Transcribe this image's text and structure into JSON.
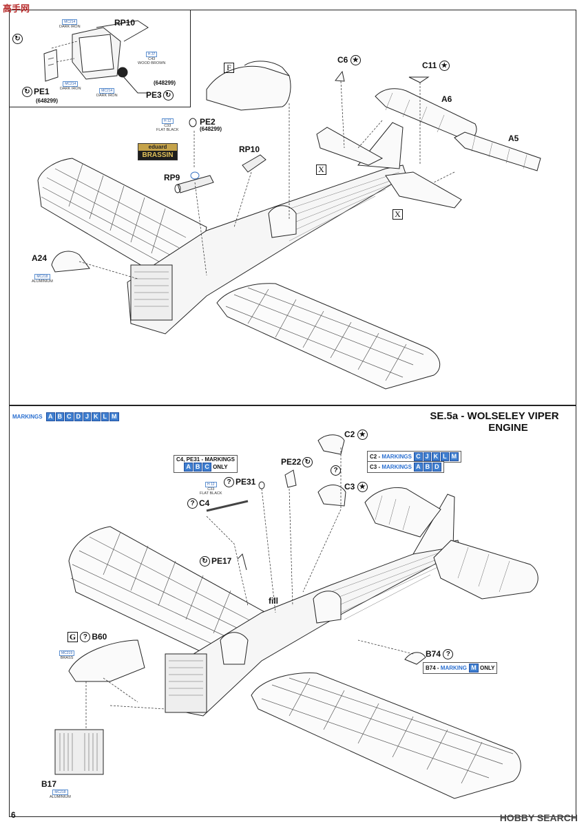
{
  "watermark": {
    "top_left": "高手网",
    "bottom_right": "HOBBY SEARCH"
  },
  "page_number": "6",
  "top_panel": {
    "inset_labels": {
      "rp10": "RP10",
      "pe1": "PE1",
      "pe1_code": "(648299)",
      "pe3": "PE3",
      "pe3_code": "(648299)",
      "code1a": "MC214",
      "code1b": "DARK IRON",
      "code2a": "H 37",
      "code2b": "C43",
      "code2c": "WOOD BROWN",
      "code3a": "MC214",
      "code3b": "DARK IRON",
      "code4a": "MC214",
      "code4b": "DARK IRON"
    },
    "f_box": "F",
    "c6": "C6",
    "c11": "C11",
    "a6": "A6",
    "a5": "A5",
    "x_box": "X",
    "pe2": "PE2",
    "pe2_code": "(648299)",
    "pe2_color_a": "H 12",
    "pe2_color_b": "C33",
    "pe2_color_c": "FLAT BLACK",
    "brassin_top": "eduard",
    "brassin_bottom": "BRASSIN",
    "rp10": "RP10",
    "rp9": "RP9",
    "a24": "A24",
    "a24_color_a": "MC218",
    "a24_color_b": "ALUMINIUM"
  },
  "bottom_panel": {
    "markings_prefix": "MARKINGS",
    "markings_letters": [
      "A",
      "B",
      "C",
      "D",
      "J",
      "K",
      "L",
      "M"
    ],
    "title_line1": "SE.5a - WOLSELEY VIPER",
    "title_line2": "ENGINE",
    "note_c4": {
      "text": "C4, PE31 - MARKINGS",
      "letters": [
        "A",
        "B",
        "C"
      ],
      "suffix": "ONLY"
    },
    "pe22": "PE22",
    "c2": "C2",
    "note_c2": {
      "prefix": "C2 -",
      "text": "MARKINGS",
      "letters": [
        "C",
        "J",
        "K",
        "L",
        "M"
      ]
    },
    "note_c3": {
      "prefix": "C3 -",
      "text": "MARKINGS",
      "letters": [
        "A",
        "B",
        "D"
      ]
    },
    "pe31": "PE31",
    "pe31_color_a": "H 12",
    "pe31_color_b": "C33",
    "pe31_color_c": "FLAT BLACK",
    "c4": "C4",
    "c3": "C3",
    "pe17": "PE17",
    "fill": "fill",
    "g_box": "G",
    "b60": "B60",
    "b60_color_a": "MC219",
    "b60_color_b": "BRASS",
    "b74": "B74",
    "note_b74": {
      "prefix": "B74 -",
      "text": "MARKING",
      "letters": [
        "M"
      ],
      "suffix": "ONLY"
    },
    "b17": "B17",
    "b17_color_a": "MC218",
    "b17_color_b": "ALUMINIUM"
  }
}
